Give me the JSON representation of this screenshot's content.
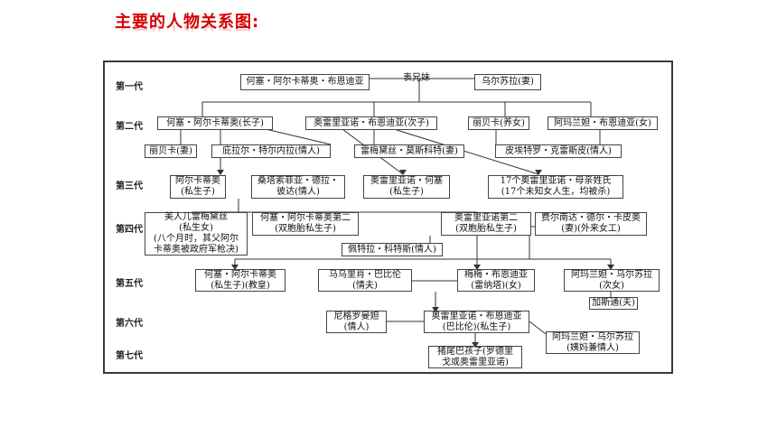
{
  "title": "主要的人物关系图:",
  "generations": [
    "第一代",
    "第二代",
    "第三代",
    "第四代",
    "第五代",
    "第六代",
    "第七代"
  ],
  "label_cousins": "表兄妹",
  "nodes": {
    "jose": [
      "何塞・阿尔卡蒂奥・布恩迪亚"
    ],
    "ursula": [
      "乌尔苏拉(妻)"
    ],
    "jose_a": [
      "何塞・阿尔卡蒂奥(长子)"
    ],
    "aureliano": [
      "奥雷里亚诺・布恩迪亚(次子)"
    ],
    "rebeca": [
      "丽贝卡(养女)"
    ],
    "amaranta": [
      "阿玛兰妲・布恩迪亚(女)"
    ],
    "rebeca_wife": [
      "丽贝卡(妻)"
    ],
    "pilar": [
      "庇拉尔・特尔内拉(情人)"
    ],
    "remedios": [
      "雷梅黛丝・莫斯科特(妻)"
    ],
    "pietro": [
      "皮埃特罗・克雷斯皮(情人)"
    ],
    "arcadio": [
      "阿尔卡蒂奥",
      "(私生子)"
    ],
    "santa": [
      "桑塔索菲亚・德拉・",
      "彼达(情人)"
    ],
    "aureliano_jose": [
      "奥雷里亚诺・何塞",
      "(私生子)"
    ],
    "seventeen": [
      "17个奥雷里亚诺・母亲姓氏",
      "(17个未知女人生，均被杀)"
    ],
    "remedios_beauty": [
      "美人儿雷梅黛丝",
      "(私生女)",
      "(八个月时，其父阿尔",
      "卡蒂奥被政府军枪决)"
    ],
    "jose_a2": [
      "何塞・阿尔卡蒂奥第二",
      "(双胞胎私生子)"
    ],
    "aureliano2": [
      "奥雷里亚诺第二",
      "(双胞胎私生子)"
    ],
    "fernanda": [
      "费尔南达・德尔・卡皮奥",
      "(妻)(外来女工)"
    ],
    "petra": [
      "佩特拉・科特斯(情人)"
    ],
    "jose_a3": [
      "何塞・阿尔卡蒂奥",
      "(私生子)(教皇)"
    ],
    "mauricio": [
      "马乌里肖・巴比伦",
      "(情夫)"
    ],
    "meme": [
      "梅梅・布恩迪亚",
      "(雷纳塔)(女)"
    ],
    "amaranta_ursula": [
      "阿玛兰妲・乌尔苏拉",
      "(次女)"
    ],
    "gaston": [
      "加斯通(夫)"
    ],
    "nigromanta": [
      "尼格罗曼妲",
      "(情人)"
    ],
    "aureliano_b": [
      "奥雷里亚诺・布恩迪亚",
      "(巴比伦)(私生子)"
    ],
    "amaranta_ursula2": [
      "阿玛兰妲・乌尔苏拉",
      "(姨妈兼情人)"
    ],
    "pigtail": [
      "猪尾巴孩子(罗德里",
      "戈或奥雷里亚诺)"
    ]
  }
}
